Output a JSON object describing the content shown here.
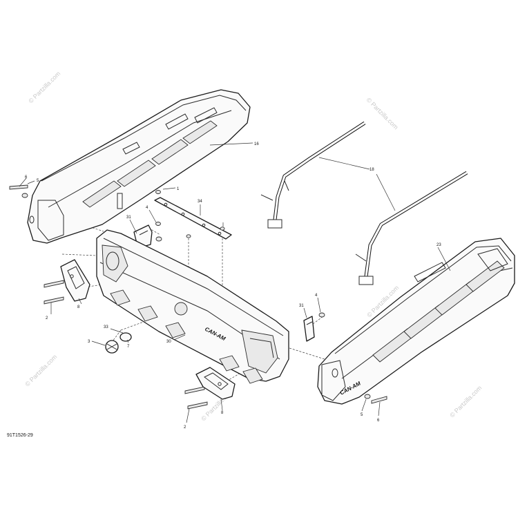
{
  "diagram_id": "91T1526-29",
  "watermark": "© Partzilla.com",
  "brand_label": "CAN-AM",
  "callouts": {
    "c1": "1",
    "c2a": "2",
    "c2b": "2",
    "c3": "3",
    "c4a": "4",
    "c4b": "4",
    "c5a": "5",
    "c5b": "5",
    "c6a": "6",
    "c6b": "6",
    "c7": "7",
    "c8a": "8",
    "c8b": "8",
    "c16": "16",
    "c18": "18",
    "c23": "23",
    "c30": "30",
    "c31a": "31",
    "c31b": "31",
    "c33": "33",
    "c34": "34"
  }
}
